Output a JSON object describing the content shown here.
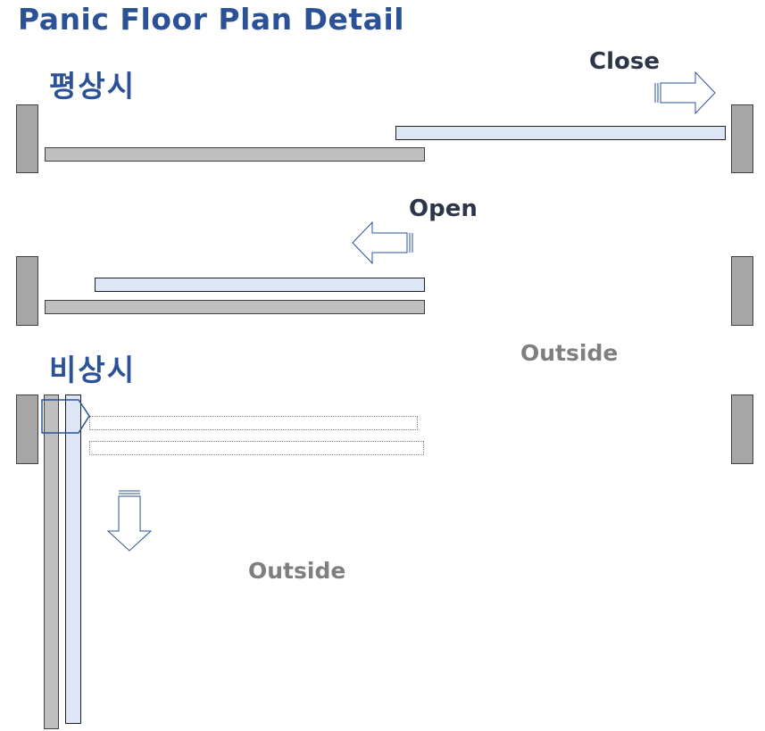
{
  "title": "Panic Floor Plan Detail",
  "section_normal": "평상시",
  "section_emergency": "비상시",
  "labels": {
    "close": "Close",
    "open": "Open",
    "outside_open": "Outside",
    "outside_emergency": "Outside"
  },
  "icons": {
    "close_arrow": "arrow-right-icon",
    "open_arrow": "arrow-left-icon",
    "emergency_swing_arrow": "arrow-right-icon",
    "emergency_down_arrow": "arrow-down-icon"
  },
  "colors": {
    "title": "#2b5296",
    "label": "#2c3648",
    "outside": "#7f7f7f",
    "jamb": "#a6a6a6",
    "fixed_panel": "#bfbfbf",
    "sliding_leaf": "#dde6f5",
    "arrow_stroke": "#2b5296"
  }
}
